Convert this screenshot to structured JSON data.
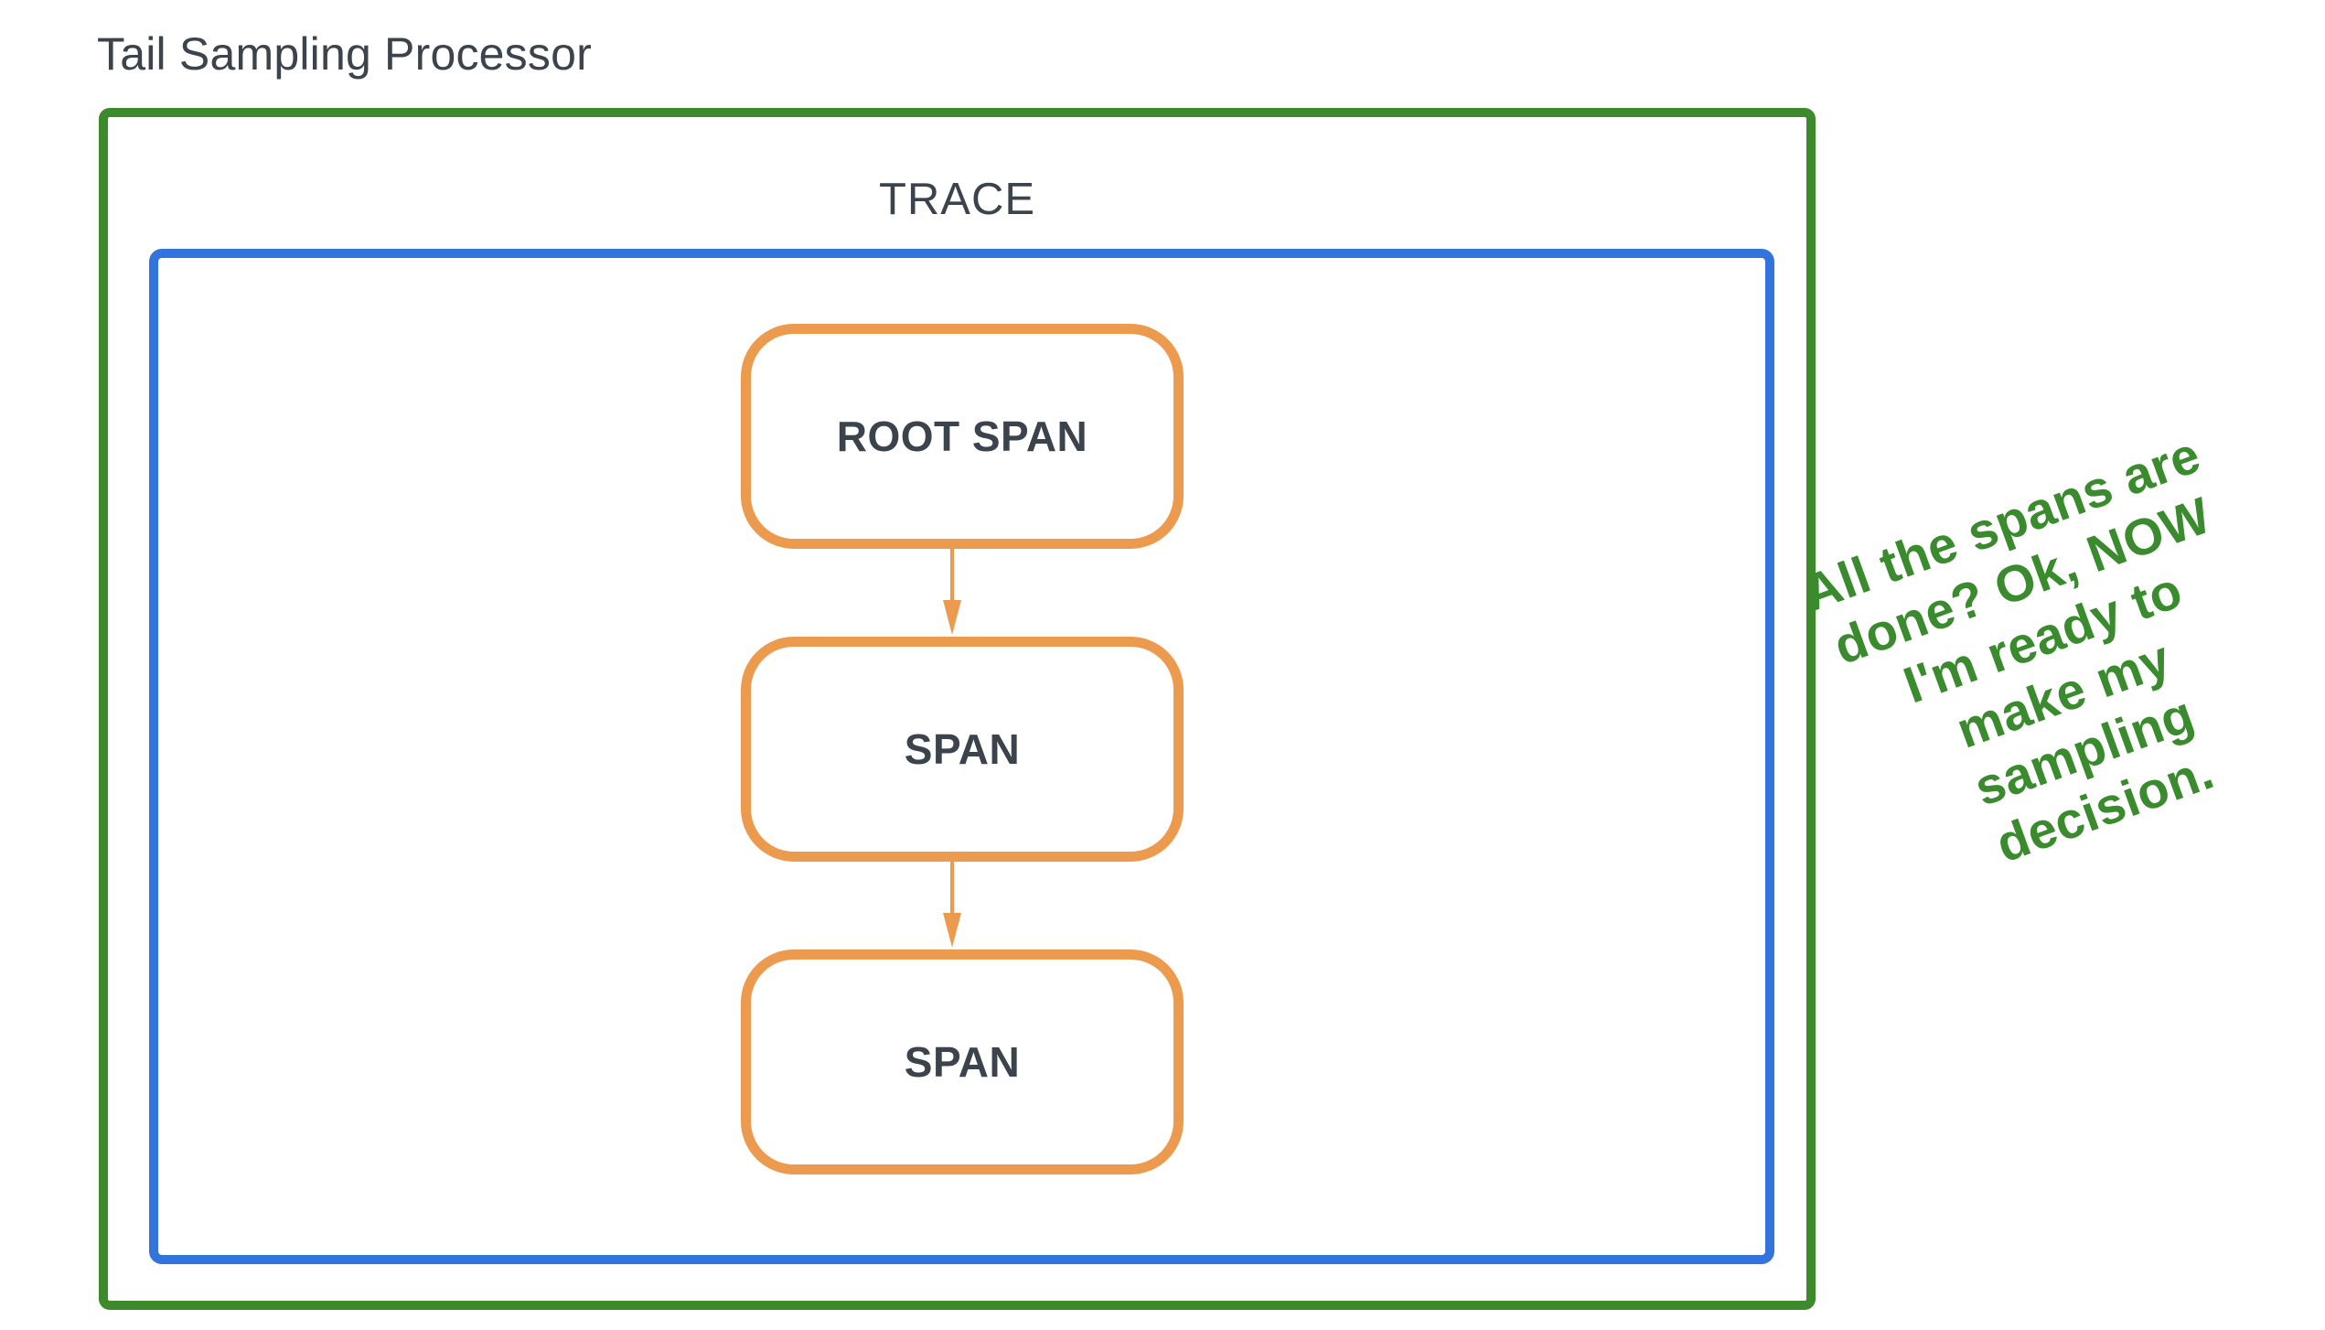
{
  "title": "Tail Sampling Processor",
  "trace": {
    "label": "TRACE"
  },
  "spans": [
    {
      "label": "ROOT SPAN"
    },
    {
      "label": "SPAN"
    },
    {
      "label": "SPAN"
    }
  ],
  "annotation": {
    "text": "All the spans are done? Ok, NOW I'm ready to make my sampling decision."
  },
  "colors": {
    "processor_border": "#3c8a2c",
    "trace_border": "#3273dc",
    "span_border": "#ec9b4e",
    "text_dark": "#3b434c",
    "annotation_green": "#3a8a2e",
    "background": "#ffffff"
  }
}
